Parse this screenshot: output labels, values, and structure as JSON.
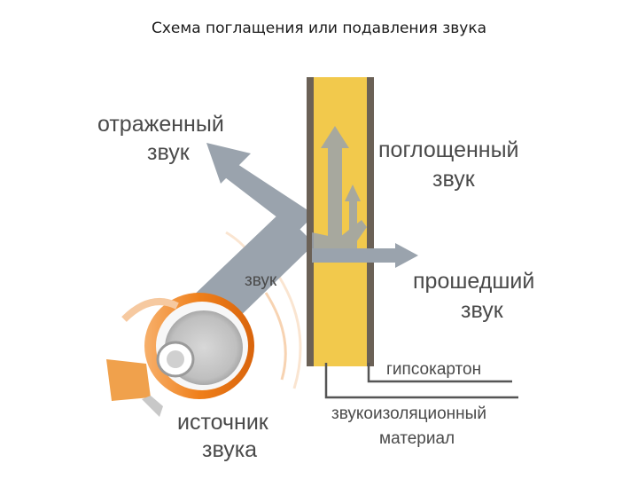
{
  "title": "Схема поглащения или подавления звука",
  "labels": {
    "reflected_1": "отраженный",
    "reflected_2": "звук",
    "absorbed_1": "поглощенный",
    "absorbed_2": "звук",
    "passed_1": "прошедший",
    "passed_2": "звук",
    "sound": "звук",
    "source_1": "источник",
    "source_2": "звука",
    "drywall": "гипсокартон",
    "insulation_1": "звукоизоляционный",
    "insulation_2": "материал"
  },
  "colors": {
    "arrow": "#9aa3ad",
    "insulation": "#f2c94c",
    "drywall": "#6b6156",
    "speaker": "#f08a24"
  }
}
